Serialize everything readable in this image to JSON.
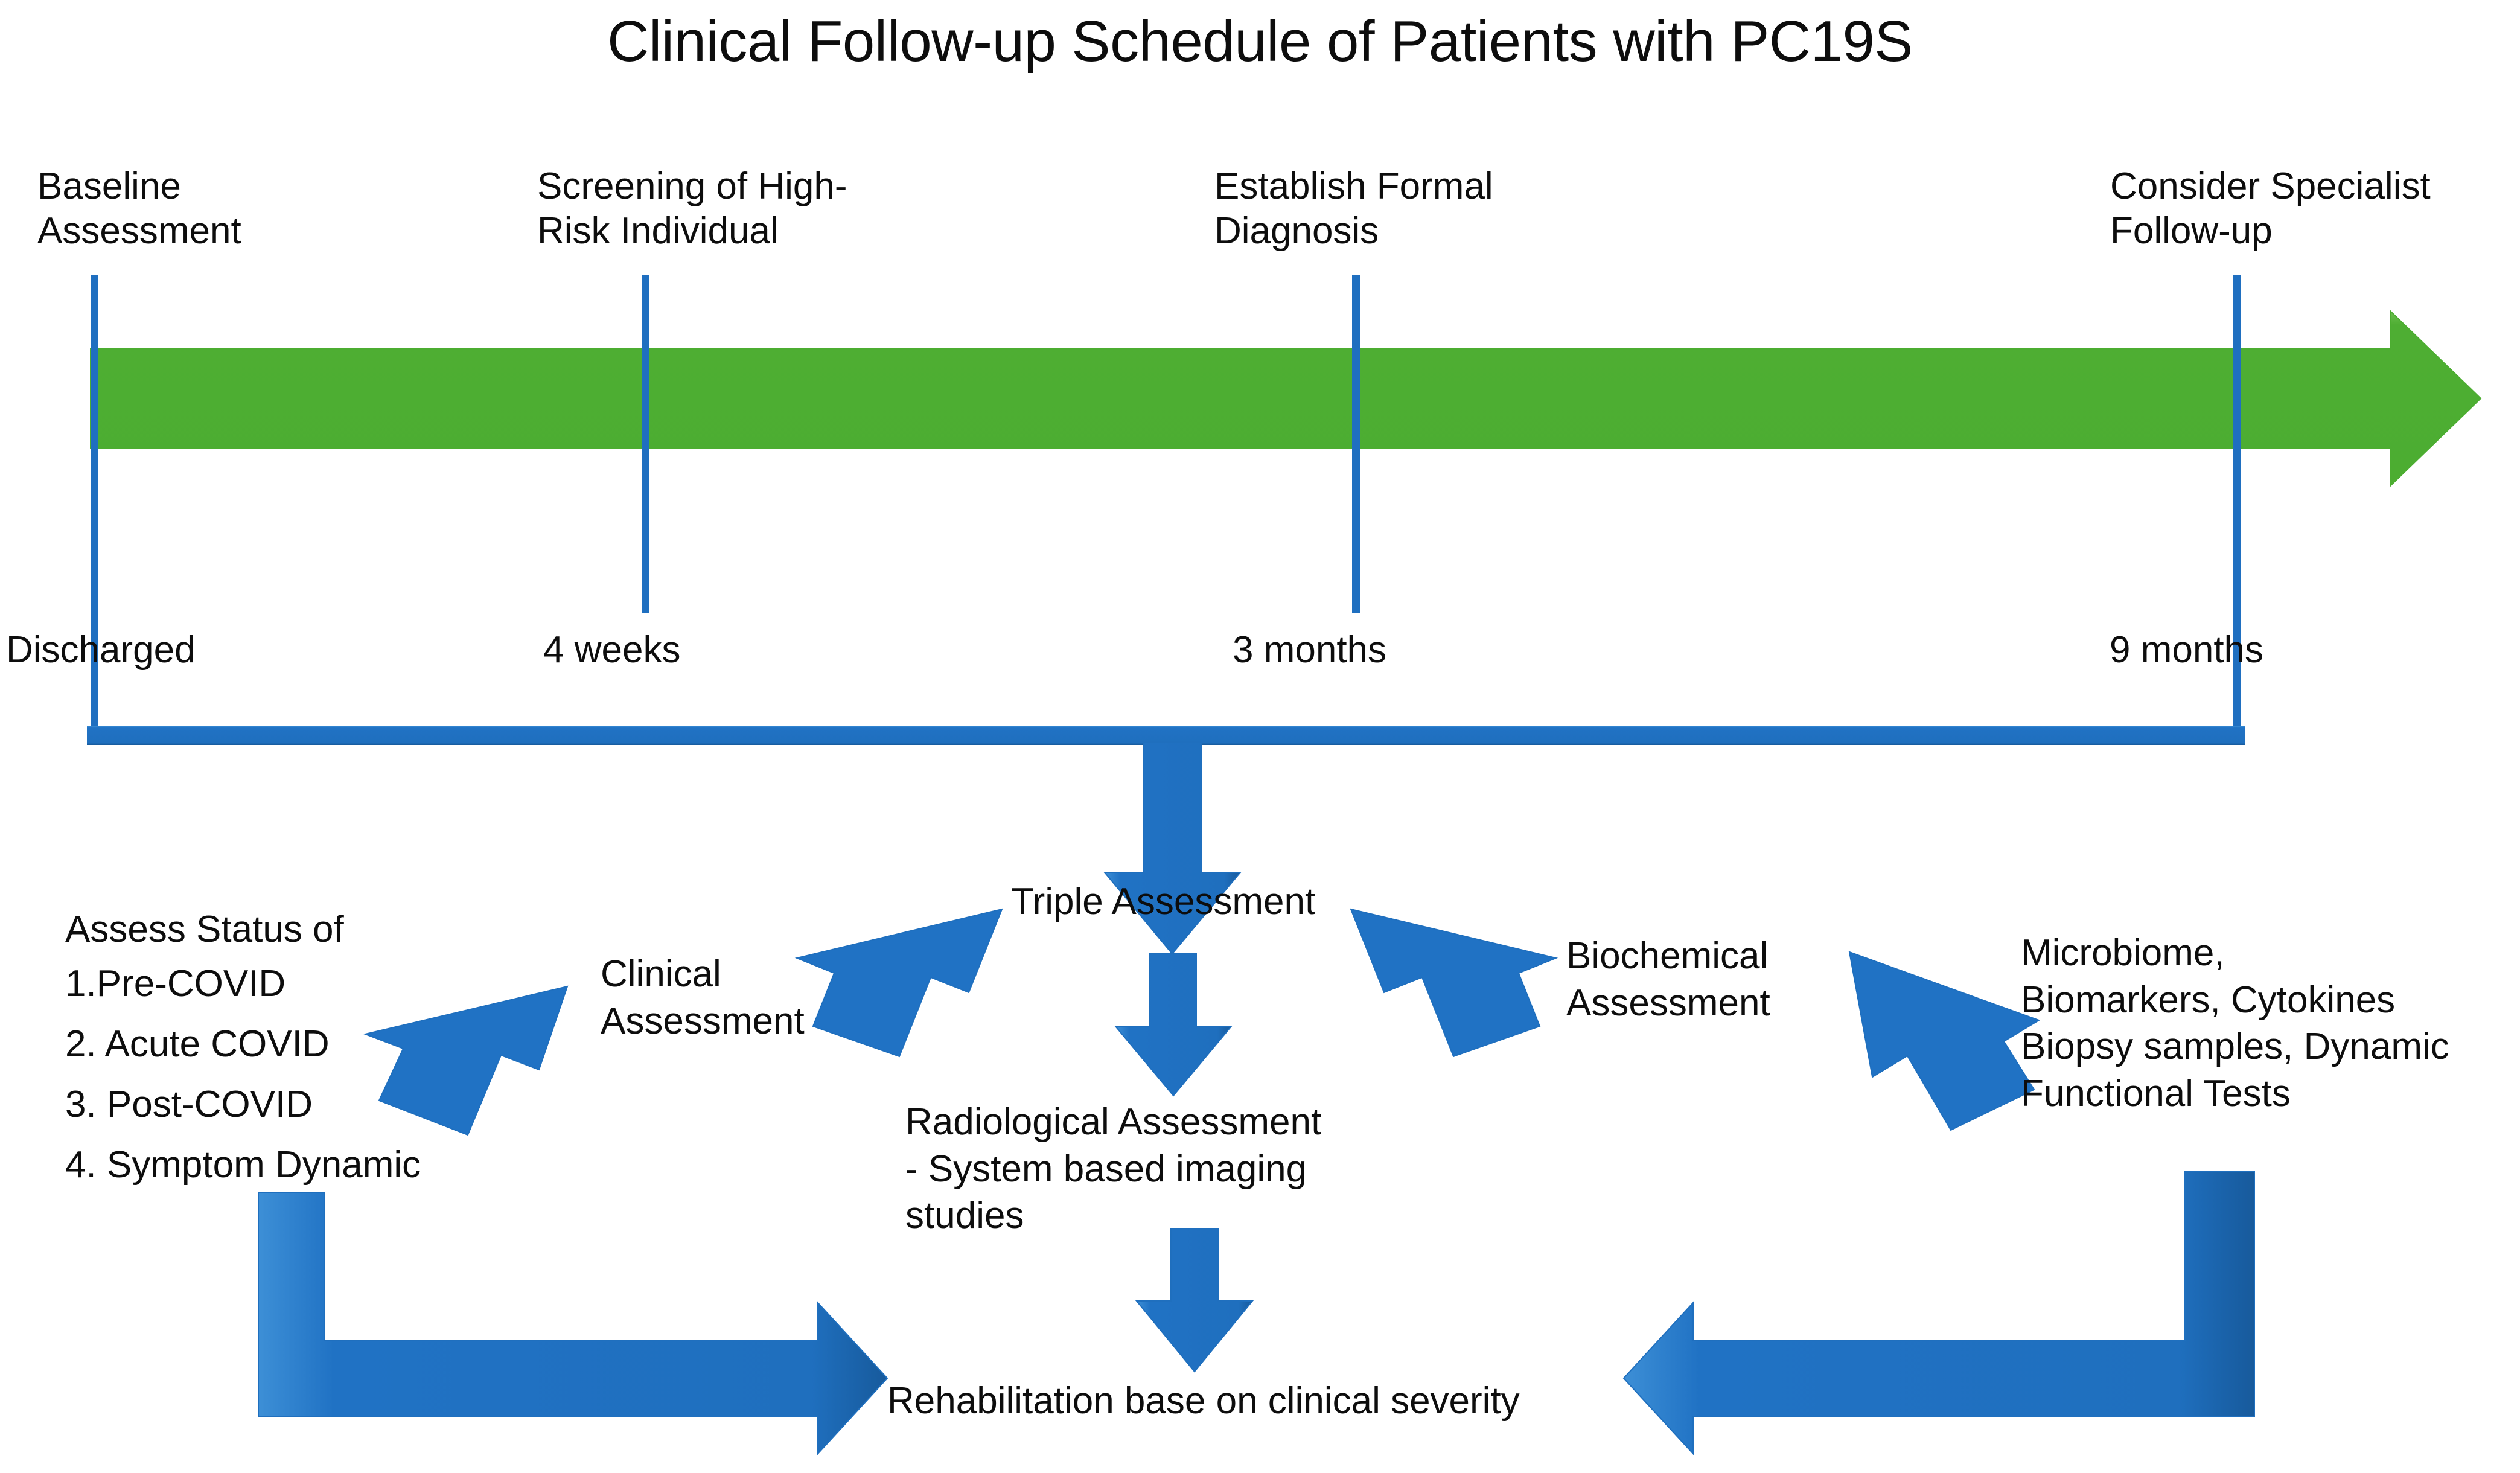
{
  "title": "Clinical Follow-up Schedule of Patients with PC19S",
  "colors": {
    "timeline_arrow_green": "#4EAE33",
    "connector_blue": "#2072C4",
    "tick_blue": "#1F6FC0",
    "text_black": "#0D0D0D",
    "background": "#FFFFFF"
  },
  "timeline": {
    "milestones": [
      {
        "top_label": "Baseline\nAssessment",
        "bottom_label": "Discharged"
      },
      {
        "top_label": "Screening of High-\nRisk Individual",
        "bottom_label": "4 weeks"
      },
      {
        "top_label": "Establish Formal\nDiagnosis",
        "bottom_label": "3 months"
      },
      {
        "top_label": "Consider Specialist\nFollow-up",
        "bottom_label": "9 months"
      }
    ]
  },
  "flow": {
    "hub": "Triple Assessment",
    "branches": {
      "clinical": {
        "label": "Clinical\nAssessment",
        "detail_heading": "Assess Status of",
        "detail_items": [
          "1.Pre-COVID",
          "2. Acute COVID",
          "3. Post-COVID",
          "4. Symptom Dynamic"
        ]
      },
      "radiological": {
        "label": "Radiological Assessment\n- System based imaging\nstudies"
      },
      "biochemical": {
        "label": "Biochemical\nAssessment",
        "detail": "Microbiome,\nBiomarkers, Cytokines\nBiopsy samples, Dynamic\nFunctional Tests"
      }
    },
    "outcome": "Rehabilitation base on clinical severity"
  },
  "chart_data": {
    "type": "diagram",
    "title": "Clinical Follow-up Schedule of Patients with PC19S",
    "timeline_points": [
      {
        "time": "Discharged",
        "action": "Baseline Assessment"
      },
      {
        "time": "4 weeks",
        "action": "Screening of High-Risk Individual"
      },
      {
        "time": "3 months",
        "action": "Establish Formal Diagnosis"
      },
      {
        "time": "9 months",
        "action": "Consider Specialist Follow-up"
      }
    ],
    "flow_nodes": [
      "Triple Assessment",
      "Clinical Assessment",
      "Radiological Assessment - System based imaging studies",
      "Biochemical Assessment",
      "Rehabilitation base on clinical severity"
    ]
  }
}
